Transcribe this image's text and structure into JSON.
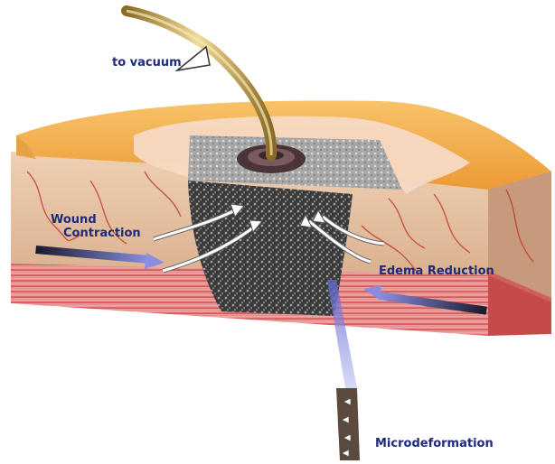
{
  "labels": {
    "to_vacuum": "to vacuum",
    "wound_contraction_line1": "Wound",
    "wound_contraction_line2": "Contraction",
    "edema_reduction": "Edema Reduction",
    "microdeformation": "Microdeformation"
  },
  "colors": {
    "label_text": "#1e2a7a",
    "epidermis": "#f4a640",
    "dermis": "#e9c3a2",
    "muscle": "#d9534f",
    "foam": "#3a3a3a",
    "drape": "#f6d8c2",
    "tube": "#c8a85a",
    "arrow_blue": "#4a4fb0"
  }
}
